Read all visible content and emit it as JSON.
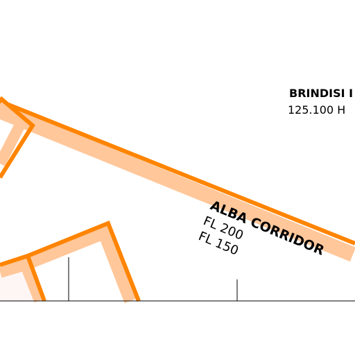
{
  "colors": {
    "airspace_edge": "#ff8400",
    "airspace_band": "#ffc79a",
    "zone_fill": "#fdf6f5",
    "ground_line": "#000000",
    "text": "#000000",
    "background": "#ffffff"
  },
  "sector": {
    "name": "BRINDISI I",
    "frequency": "125.100 H"
  },
  "corridor": {
    "name": "ALBA CORRIDOR",
    "upper_limit": "FL 200",
    "lower_limit": "FL 150"
  }
}
